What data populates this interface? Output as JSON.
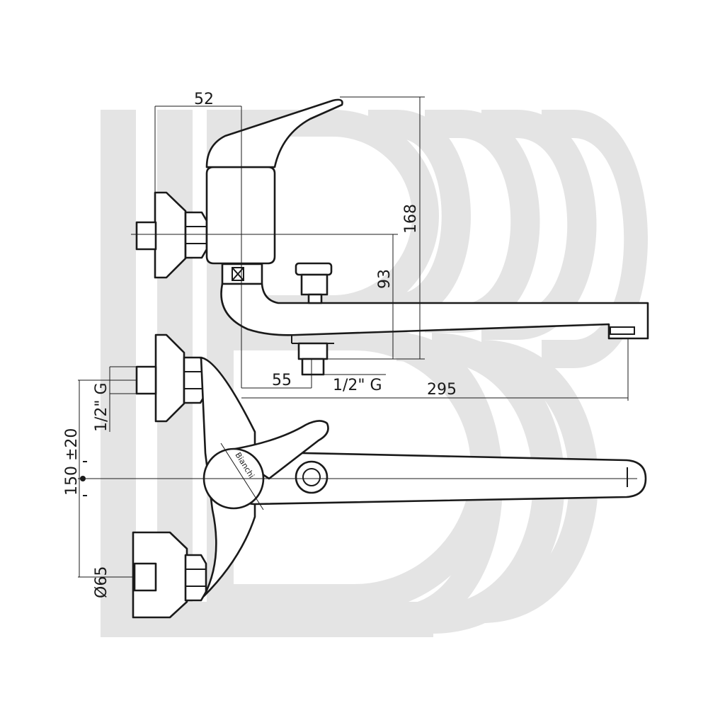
{
  "dimensions": {
    "d52": "52",
    "d168": "168",
    "d93": "93",
    "d55": "55",
    "thread_outlet": "1/2\" G",
    "d295": "295",
    "thread_inlet": "1/2\" G",
    "centers": "150 ±20",
    "flange": "Ø65"
  },
  "brand": {
    "handle_text": "Bianchi"
  },
  "colors": {
    "line": "#1a1a1a",
    "watermark": "#e4e4e4",
    "background": "#ffffff"
  }
}
